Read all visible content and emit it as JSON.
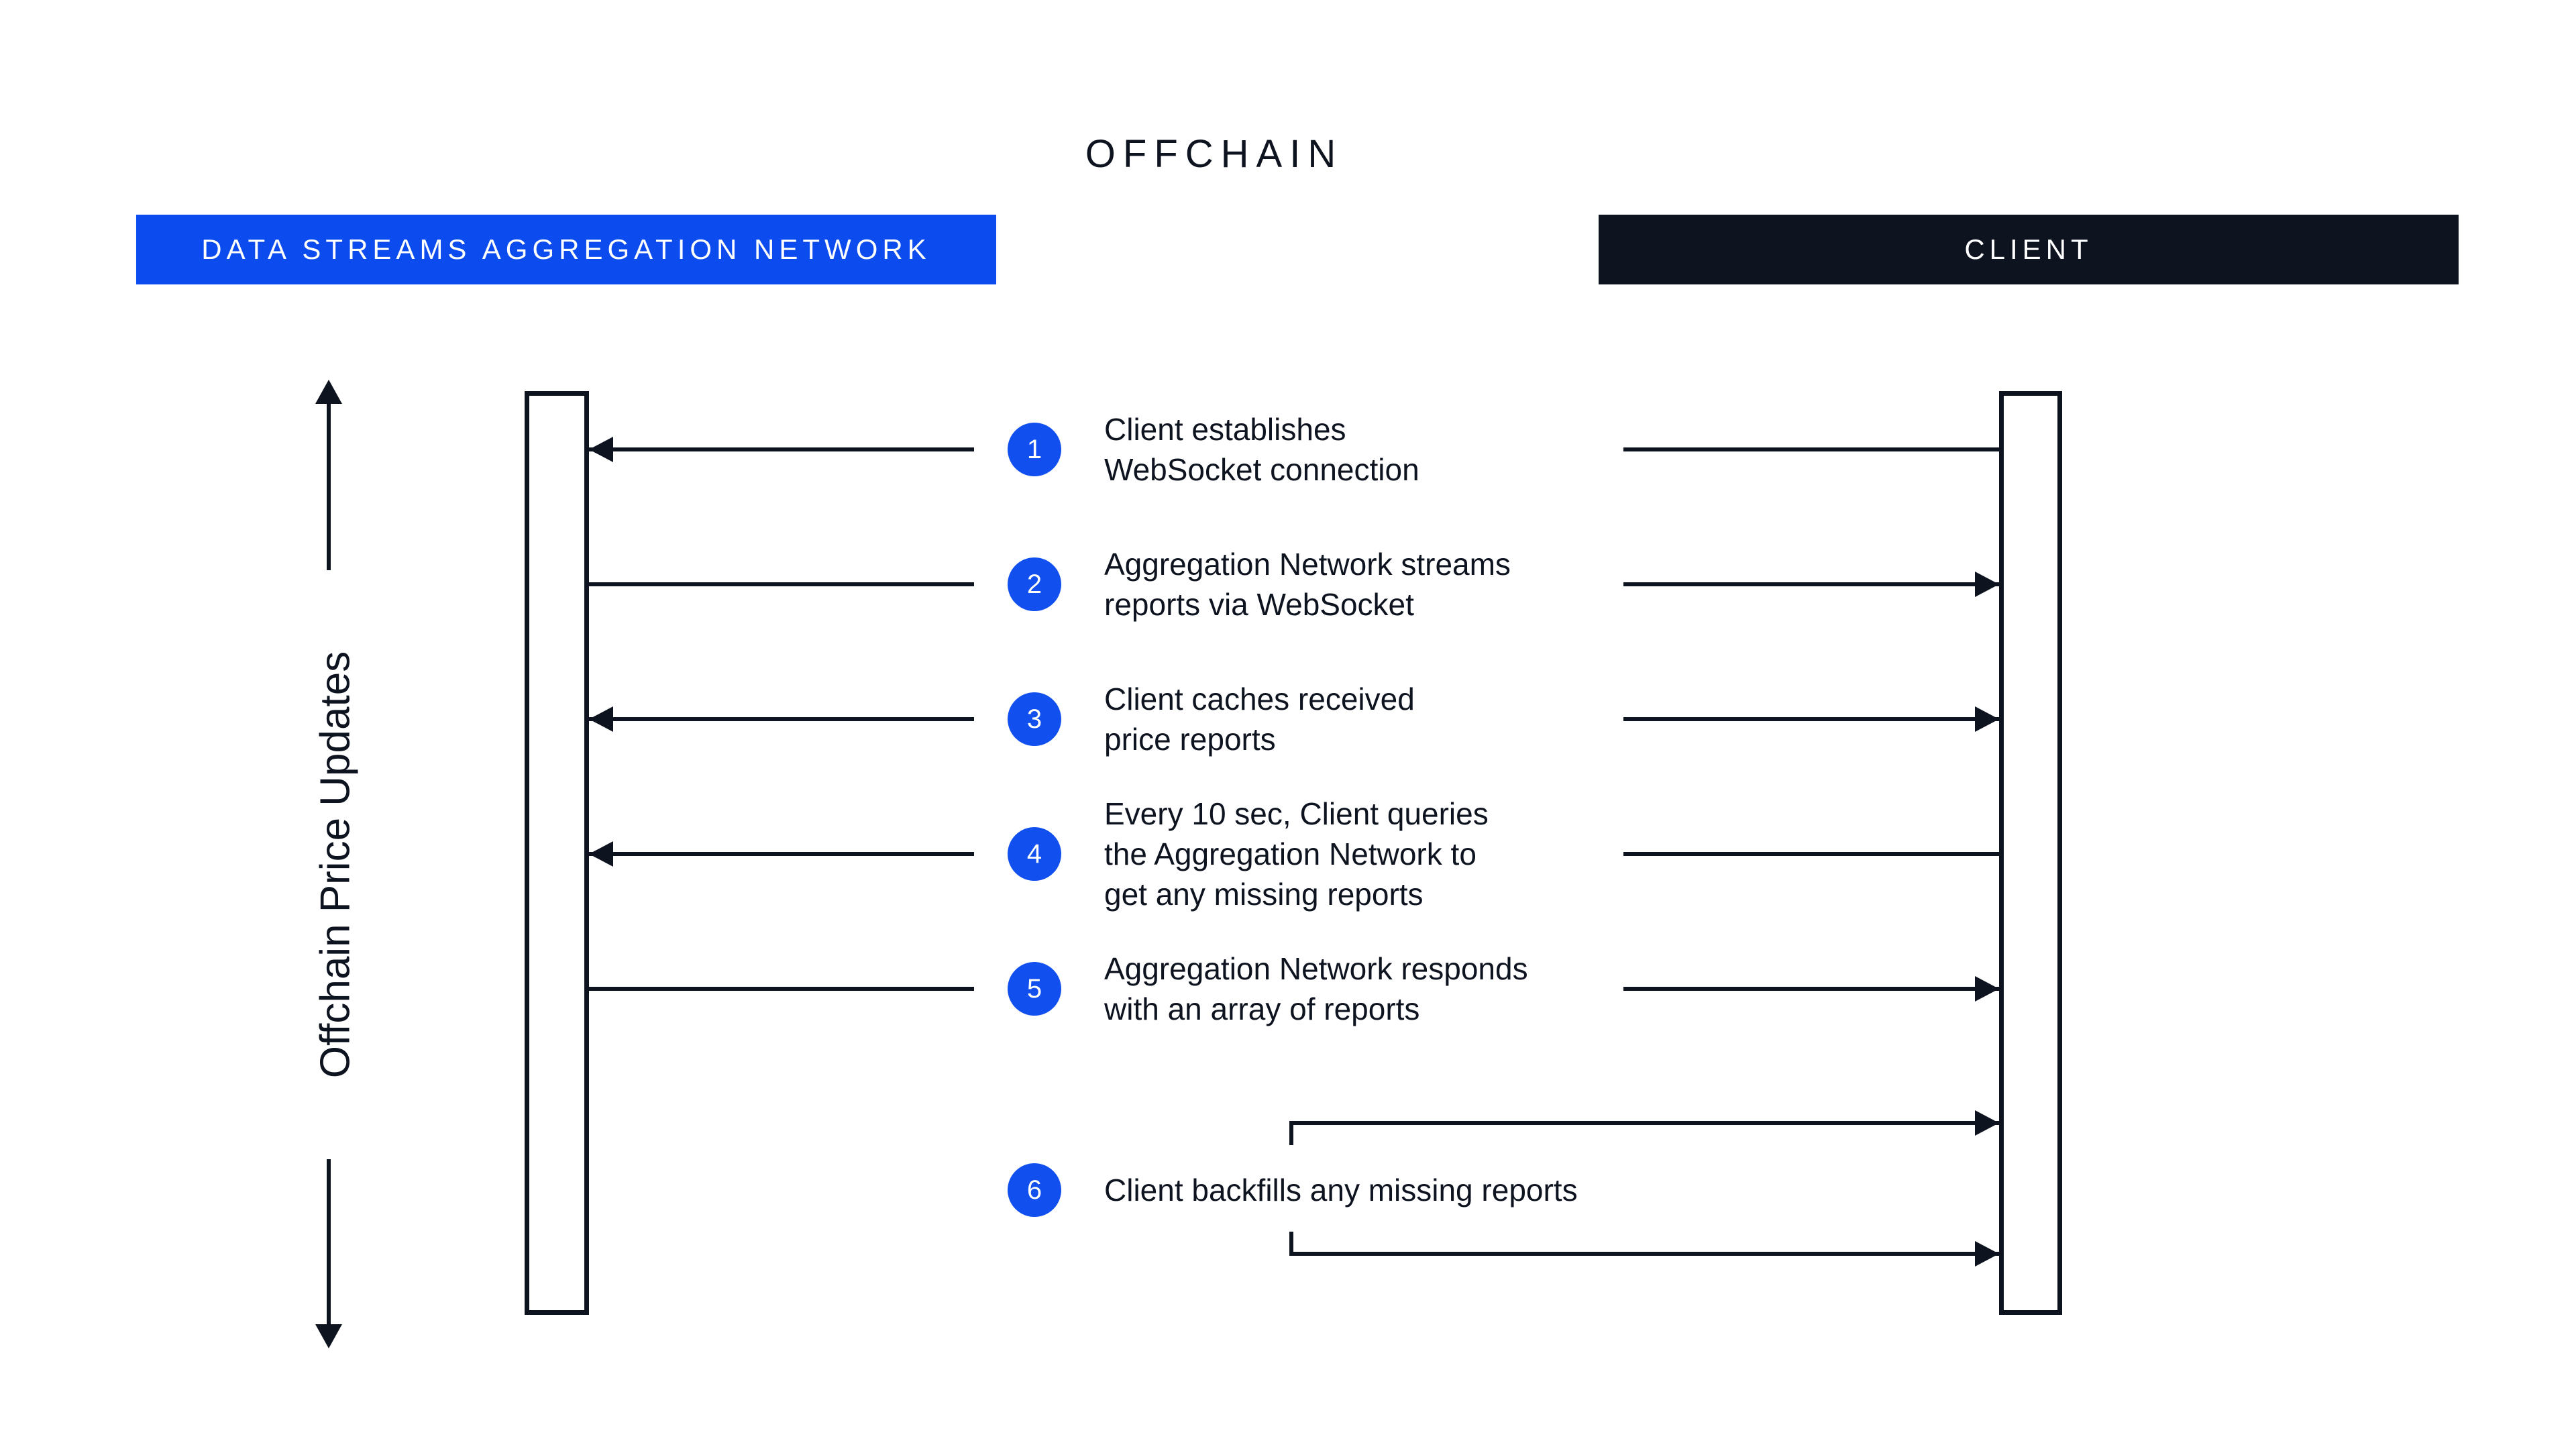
{
  "title": "OFFCHAIN",
  "headers": {
    "left": {
      "label": "DATA STREAMS AGGREGATION NETWORK"
    },
    "right": {
      "label": "CLIENT"
    }
  },
  "axis": {
    "label": "Offchain Price Updates"
  },
  "steps": [
    {
      "number": "1",
      "text": "Client establishes\nWebSocket connection",
      "direction": "client-to-network"
    },
    {
      "number": "2",
      "text": "Aggregation Network streams\nreports via WebSocket",
      "direction": "network-to-client"
    },
    {
      "number": "3",
      "text": "Client caches received\nprice reports",
      "direction": "both-directions"
    },
    {
      "number": "4",
      "text": "Every 10 sec, Client queries\nthe Aggregation Network to\nget any missing reports",
      "direction": "client-to-network"
    },
    {
      "number": "5",
      "text": "Aggregation Network responds\nwith an array of reports",
      "direction": "network-to-client"
    },
    {
      "number": "6",
      "text": "Client backfills any missing reports",
      "direction": "client-self-loop"
    }
  ],
  "colors": {
    "blue": "#0c4bee",
    "circle_blue": "#1150ef",
    "dark": "#0e1320",
    "background": "#ffffff"
  }
}
